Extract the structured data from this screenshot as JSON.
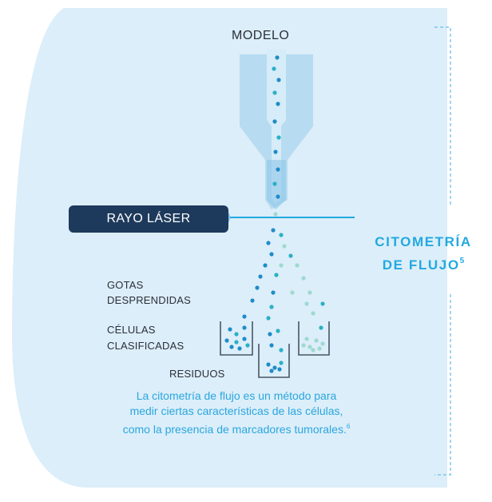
{
  "diagram": {
    "title_top": "MODELO",
    "laser_label": "RAYO LÁSER",
    "labels": {
      "gotas_line1": "GOTAS",
      "gotas_line2": "DESPRENDIDAS",
      "celulas_line1": "CÉLULAS",
      "celulas_line2": "CLASIFICADAS",
      "residuos": "RESIDUOS"
    },
    "side_title": {
      "line1": "CITOMETRÍA",
      "line2": "DE FLUJO",
      "ref": "5"
    },
    "caption": {
      "line1": "La citometría de flujo es un método para",
      "line2": "medir ciertas características de las células,",
      "line3": "como la presencia de marcadores tumorales.",
      "ref": "6"
    }
  },
  "colors": {
    "background_blob": "#dceef9",
    "funnel_light": "#b7dcf1",
    "funnel_dark": "#8ec7ea",
    "laser_pill": "#1d3a5c",
    "laser_beam": "#22a9e1",
    "accent_text": "#22a9e1",
    "cell_dark": "#1f8cc9",
    "cell_mid": "#2ab0c6",
    "cell_light": "#9fd9d0"
  }
}
